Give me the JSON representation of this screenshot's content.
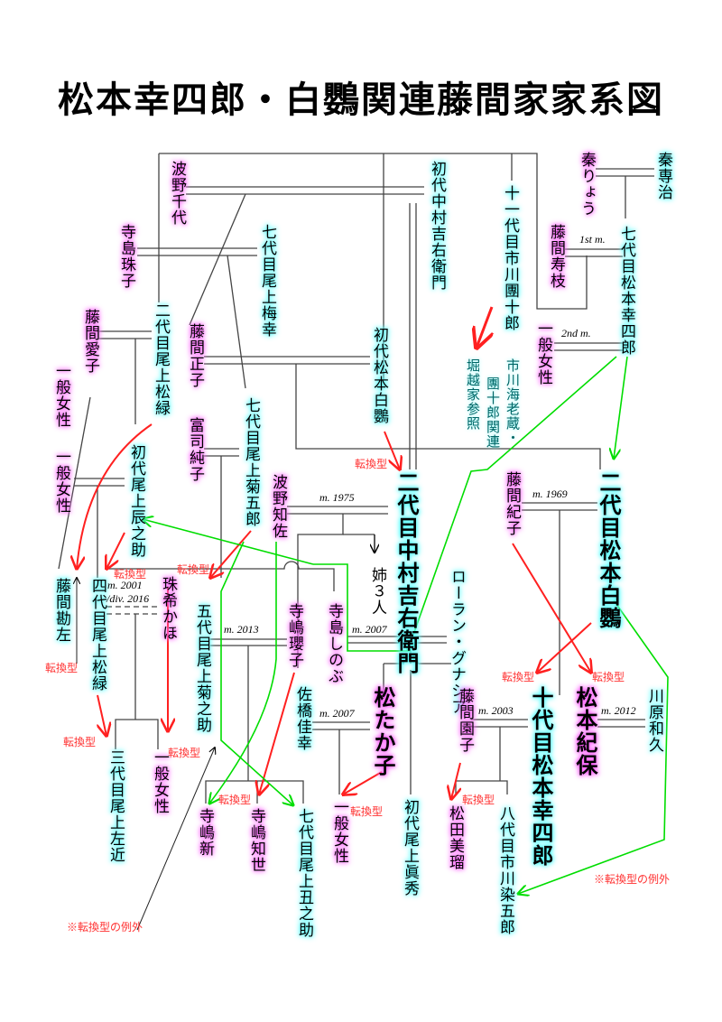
{
  "title": "松本幸四郎・白鸚関連藤間家家系図",
  "colors": {
    "male": "#55ffff",
    "female": "#ff55ff",
    "transform": "#ff2020",
    "exception": "#00e000",
    "line": "#444444"
  },
  "people": {
    "hata_sennji": "秦専治",
    "hata_ryou": "秦りょう",
    "fujima_jue": "藤間寿枝",
    "koshiro7": "七代目松本幸四郎",
    "ippan_josei_a": "一般女性",
    "danjuro11": "十一代目市川團十郎",
    "kichiemon1": "初代中村吉右衛門",
    "hano_chiyo": "波野千代",
    "terashima_tamako": "寺島珠子",
    "baiko7": "七代目尾上梅幸",
    "shoroku2": "二代目尾上松緑",
    "fujima_aiko": "藤間愛子",
    "fujima_masako": "藤間正子",
    "hakuo1": "初代松本白鸚",
    "ippan_josei_b": "一般女性",
    "ippan_josei_c": "一般女性",
    "tatsunosuke1": "初代尾上辰之助",
    "tomitsukasa_junko": "富司純子",
    "kikugoro7": "七代目尾上菊五郎",
    "hano_chisa": "波野知佐",
    "kichiemon2": "二代目中村吉右衛門",
    "fujima_noriko": "藤間紀子",
    "hakuo2": "二代目松本白鸚",
    "fujima_kanza": "藤間勘左",
    "shoroku4": "四代目尾上松緑",
    "shuki_kaho": "珠希かほ",
    "kikunosuke5": "五代目尾上菊之助",
    "terashima_yoko": "寺嶋瓔子",
    "terashima_shinobu": "寺島しのぶ",
    "sisters3": "姉３人",
    "laurent": "ローラン・グナシア",
    "sahashi_yoshiyuki": "佐橋佳幸",
    "matsu_takako": "松たか子",
    "fujima_sonoko": "藤間園子",
    "koshiro10": "十代目松本幸四郎",
    "matsumoto_kiho": "松本紀保",
    "kawahara_kazuhisa": "川原和久",
    "sakon3": "三代目尾上左近",
    "ippan_josei_d": "一般女性",
    "terashima_shin": "寺嶋新",
    "terashima_chise": "寺嶋知世",
    "ushinosuke7": "七代目尾上丑之助",
    "ippan_josei_e": "一般女性",
    "makoto1": "初代尾上眞秀",
    "matsuda_miru": "松田美瑠",
    "somegoro8": "八代目市川染五郎"
  },
  "notes": {
    "horikoshi": "堀越家参照",
    "danjuro_rel": "團十郎関連",
    "ebizo": "市川海老蔵・"
  },
  "marriage_labels": {
    "first": "1st m.",
    "second": "2nd m.",
    "m1975": "m. 1975",
    "m1969": "m. 1969",
    "m2001": "m. 2001",
    "div2016": "/div. 2016",
    "m2013": "m. 2013",
    "m2007a": "m. 2007",
    "m2007b": "m. 2007",
    "m2003": "m. 2003",
    "m2012": "m. 2012"
  },
  "annotations": {
    "transform": "転換型",
    "exception": "※転換型の例外"
  }
}
